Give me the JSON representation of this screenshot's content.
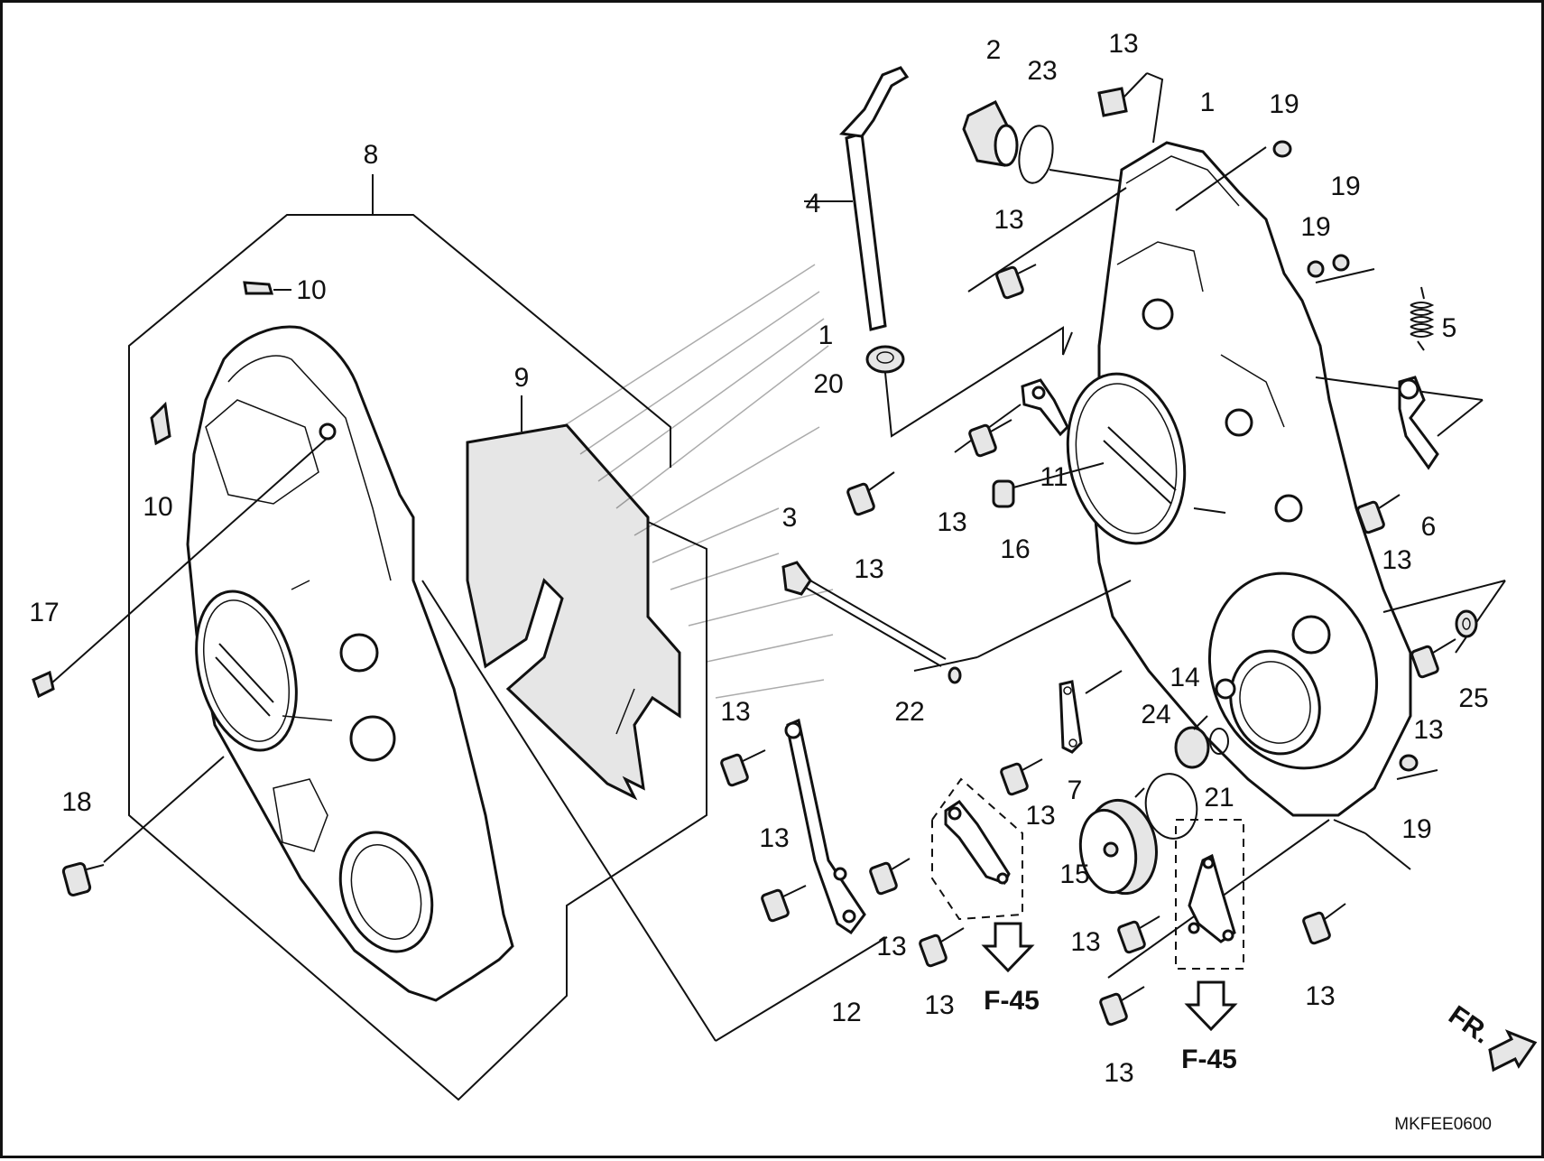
{
  "diagram": {
    "code": "MKFEE0600",
    "front_marker": "FR.",
    "reference": "F-45",
    "callouts": [
      {
        "id": "c8",
        "text": "8"
      },
      {
        "id": "c10a",
        "text": "10"
      },
      {
        "id": "c10b",
        "text": "10"
      },
      {
        "id": "c17",
        "text": "17"
      },
      {
        "id": "c18",
        "text": "18"
      },
      {
        "id": "c9",
        "text": "9"
      },
      {
        "id": "c4",
        "text": "4"
      },
      {
        "id": "c1a",
        "text": "1"
      },
      {
        "id": "c20",
        "text": "20"
      },
      {
        "id": "c2",
        "text": "2"
      },
      {
        "id": "c23",
        "text": "23"
      },
      {
        "id": "c13a",
        "text": "13"
      },
      {
        "id": "c1b",
        "text": "1"
      },
      {
        "id": "c19a",
        "text": "19"
      },
      {
        "id": "c13b",
        "text": "13"
      },
      {
        "id": "c19b",
        "text": "19"
      },
      {
        "id": "c19c",
        "text": "19"
      },
      {
        "id": "c5",
        "text": "5"
      },
      {
        "id": "c11",
        "text": "11"
      },
      {
        "id": "c13c",
        "text": "13"
      },
      {
        "id": "c16",
        "text": "16"
      },
      {
        "id": "c13d",
        "text": "13"
      },
      {
        "id": "c6",
        "text": "6"
      },
      {
        "id": "c13e",
        "text": "13"
      },
      {
        "id": "c3",
        "text": "3"
      },
      {
        "id": "c22",
        "text": "22"
      },
      {
        "id": "c13f",
        "text": "13"
      },
      {
        "id": "c13g",
        "text": "13"
      },
      {
        "id": "c12",
        "text": "12"
      },
      {
        "id": "c13h",
        "text": "13"
      },
      {
        "id": "c13i",
        "text": "13"
      },
      {
        "id": "c13j",
        "text": "13"
      },
      {
        "id": "c7",
        "text": "7"
      },
      {
        "id": "c14",
        "text": "14"
      },
      {
        "id": "c24",
        "text": "24"
      },
      {
        "id": "c21",
        "text": "21"
      },
      {
        "id": "c15",
        "text": "15"
      },
      {
        "id": "c13k",
        "text": "13"
      },
      {
        "id": "c13l",
        "text": "13"
      },
      {
        "id": "c13m",
        "text": "13"
      },
      {
        "id": "c13n",
        "text": "13"
      },
      {
        "id": "c25",
        "text": "25"
      },
      {
        "id": "c19d",
        "text": "19"
      }
    ]
  }
}
